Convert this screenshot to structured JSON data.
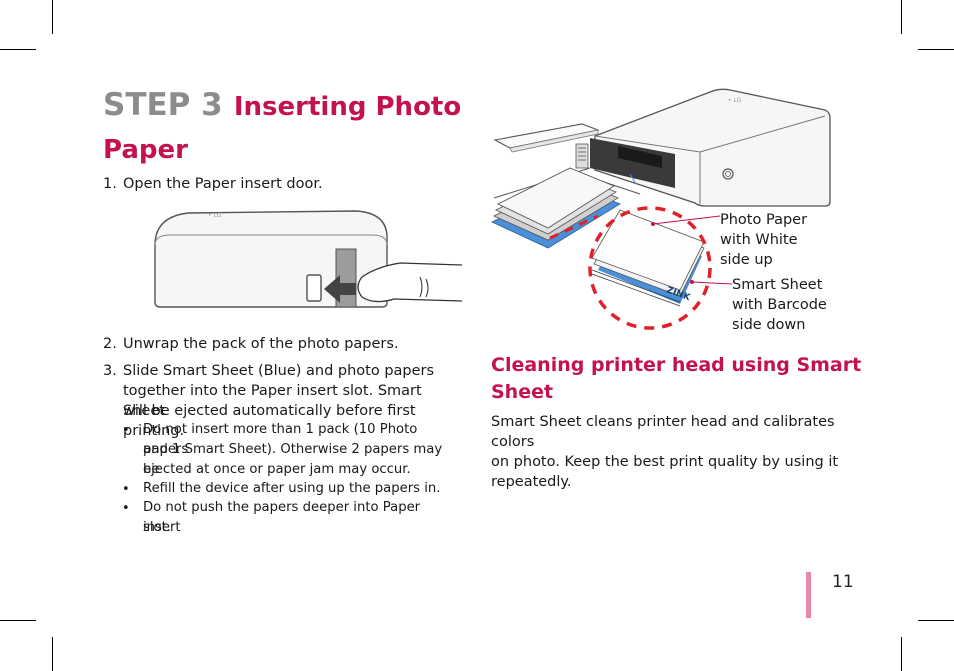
{
  "header": {
    "step_number": "STEP 3",
    "step_title_line1": "Inserting Photo",
    "step_title_line2": "Paper"
  },
  "steps": [
    {
      "number": "1.",
      "text": "Open the Paper insert door."
    },
    {
      "number": "2.",
      "text": "Unwrap the pack of the photo papers."
    },
    {
      "number": "3.",
      "lines": [
        "Slide Smart Sheet (Blue) and photo papers",
        "together into the Paper insert slot. Smart Sheet",
        "will be ejected automatically before first printing."
      ]
    }
  ],
  "bullets": [
    {
      "lines": [
        "Do not insert more than 1 pack (10 Photo papers",
        "and 1 Smart Sheet). Otherwise 2 papers may be",
        "ejected at once or paper jam may occur."
      ]
    },
    {
      "lines": [
        "Refill the device after using up the papers in."
      ]
    },
    {
      "lines": [
        "Do not push the papers deeper into Paper insert",
        "slot."
      ]
    }
  ],
  "bullet_glyph": "•",
  "callouts": {
    "photo_paper": [
      "Photo Paper",
      "with White",
      "side up"
    ],
    "smart_sheet": [
      "Smart Sheet",
      "with Barcode",
      "side down"
    ],
    "sheet_print": "ZINK"
  },
  "cleaning": {
    "heading_lines": [
      "Cleaning printer head using Smart",
      "Sheet"
    ],
    "paragraph_lines": [
      "Smart Sheet cleans printer head and calibrates colors",
      "on photo. Keep the best print quality by using it",
      "repeatedly."
    ]
  },
  "page_number": "11",
  "colors": {
    "accent": "#c4124f",
    "step_gray": "#8c8c8c",
    "smart_sheet_blue": "#4a8fd8",
    "dashed_red": "#e0202a",
    "page_bar": "#e889a8"
  }
}
